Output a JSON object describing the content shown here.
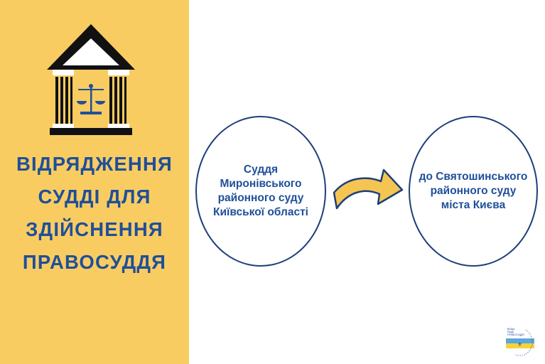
{
  "title_lines": [
    "ВІДРЯДЖЕННЯ",
    "СУДДІ ДЛЯ",
    "ЗДІЙСНЕННЯ",
    "ПРАВОСУДДЯ"
  ],
  "from_box": [
    "Суддя",
    "Миронівського",
    "районного суду",
    "Київської області"
  ],
  "to_box": [
    "до Святошинського",
    "районного суду",
    "міста Києва"
  ],
  "logo_text": "ВИЩА РАДА ПРАВОСУДДЯ",
  "colors": {
    "panel": "#F9CC62",
    "text": "#1F4F99",
    "arrow": "#F5C552"
  }
}
